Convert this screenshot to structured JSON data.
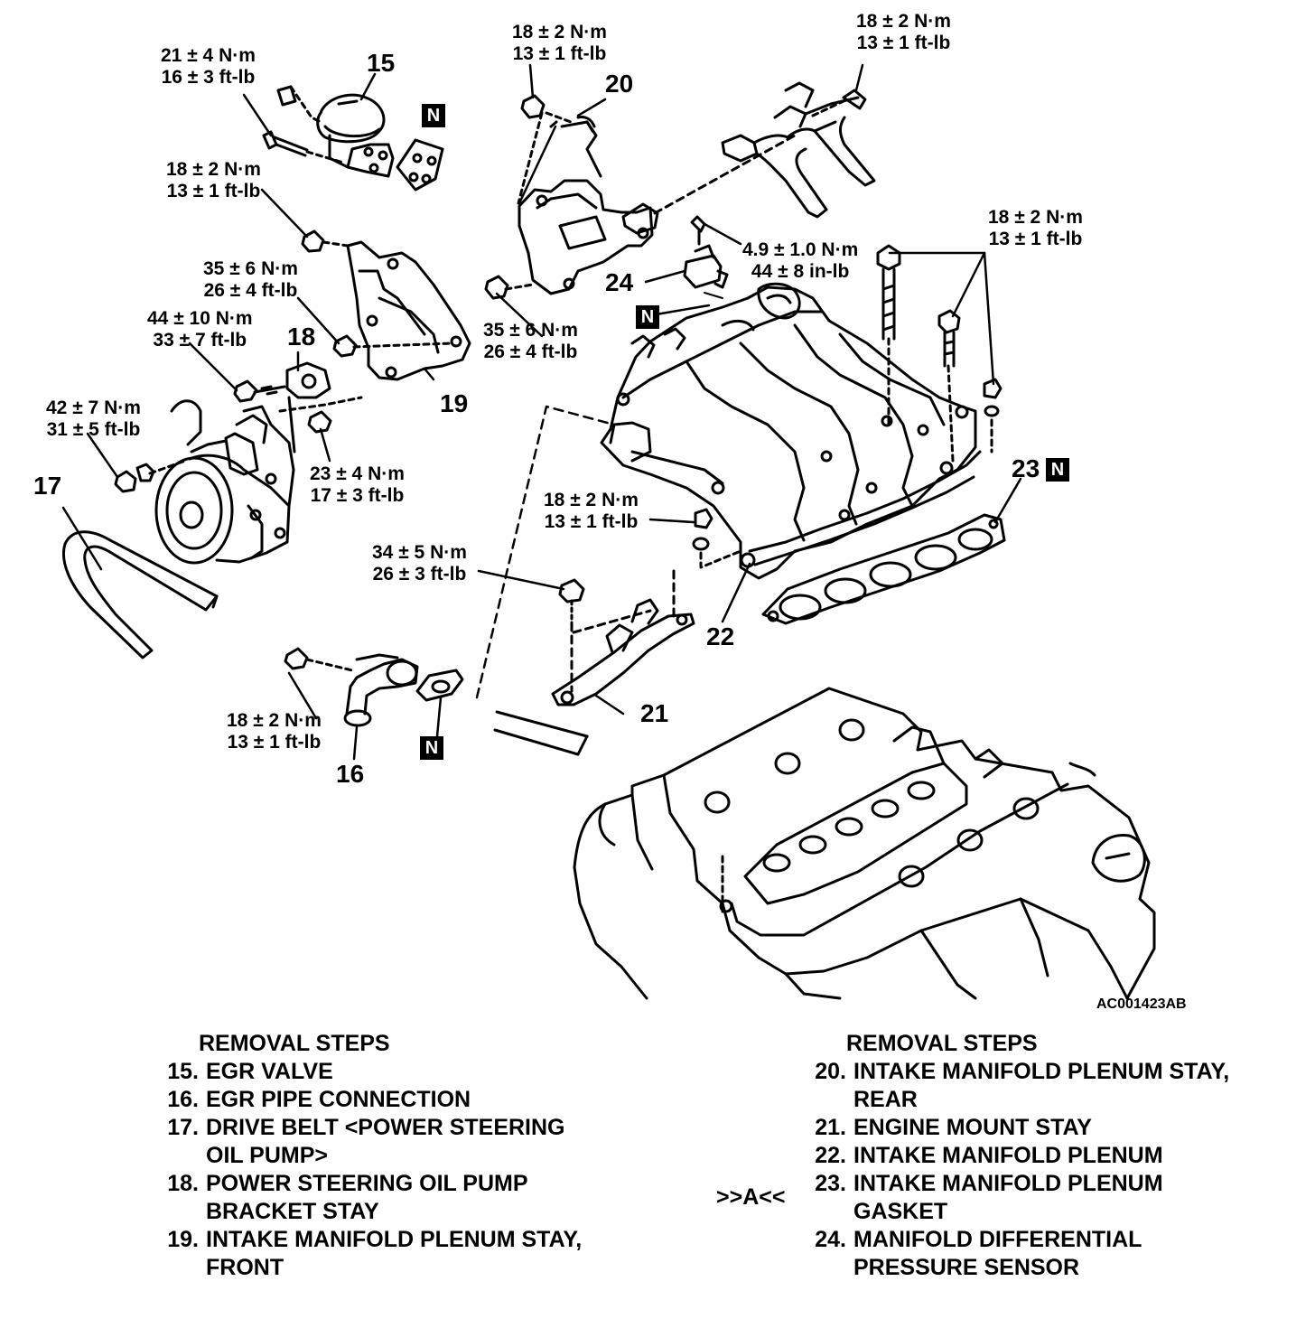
{
  "torque_labels": [
    {
      "id": "t15",
      "lines": [
        "21 ± 4 N·m",
        "16 ± 3 ft-lb"
      ]
    },
    {
      "id": "t20",
      "lines": [
        "18 ± 2 N·m",
        "13 ± 1 ft-lb"
      ]
    },
    {
      "id": "ttop",
      "lines": [
        "18 ± 2 N·m",
        "13 ± 1 ft-lb"
      ]
    },
    {
      "id": "tbracket",
      "lines": [
        "18 ± 2 N·m",
        "13 ± 1 ft-lb"
      ]
    },
    {
      "id": "t19",
      "lines": [
        "35 ± 6 N·m",
        "26 ± 4 ft-lb"
      ]
    },
    {
      "id": "t18",
      "lines": [
        "44 ± 10 N·m",
        "33 ± 7 ft-lb"
      ]
    },
    {
      "id": "tpump",
      "lines": [
        "42 ± 7 N·m",
        "31 ± 5 ft-lb"
      ]
    },
    {
      "id": "tpumpb",
      "lines": [
        "23 ± 4 N·m",
        "17 ± 3 ft-lb"
      ]
    },
    {
      "id": "t24",
      "lines": [
        "4.9 ± 1.0 N·m",
        "44 ± 8 in-lb"
      ]
    },
    {
      "id": "tstay",
      "lines": [
        "35 ± 6 N·m",
        "26 ± 4 ft-lb"
      ]
    },
    {
      "id": "tplenum",
      "lines": [
        "18 ± 2 N·m",
        "13 ± 1 ft-lb"
      ]
    },
    {
      "id": "tnut",
      "lines": [
        "18 ± 2 N·m",
        "13 ± 1 ft-lb"
      ]
    },
    {
      "id": "t21",
      "lines": [
        "34 ± 5 N·m",
        "26 ± 3 ft-lb"
      ]
    },
    {
      "id": "t16",
      "lines": [
        "18 ± 2 N·m",
        "13 ± 1 ft-lb"
      ]
    }
  ],
  "callouts": [
    "15",
    "16",
    "17",
    "18",
    "19",
    "20",
    "21",
    "22",
    "23",
    "24"
  ],
  "badge_letter": "N",
  "figure_code": "AC001423AB",
  "removal_steps": {
    "heading": "REMOVAL STEPS",
    "left": [
      {
        "num": "15.",
        "lines": [
          "EGR VALVE"
        ]
      },
      {
        "num": "16.",
        "lines": [
          "EGR PIPE CONNECTION"
        ]
      },
      {
        "num": "17.",
        "lines": [
          "DRIVE BELT <POWER STEERING",
          "OIL PUMP>"
        ]
      },
      {
        "num": "18.",
        "lines": [
          "POWER STEERING OIL PUMP",
          "BRACKET STAY"
        ]
      },
      {
        "num": "19.",
        "lines": [
          "INTAKE MANIFOLD PLENUM STAY,",
          "FRONT"
        ]
      }
    ],
    "right": [
      {
        "num": "20.",
        "lines": [
          "INTAKE MANIFOLD PLENUM STAY,",
          "REAR"
        ]
      },
      {
        "num": "21.",
        "lines": [
          "ENGINE MOUNT STAY"
        ]
      },
      {
        "num": "22.",
        "lines": [
          "INTAKE MANIFOLD PLENUM"
        ]
      },
      {
        "num": "23.",
        "lines": [
          "INTAKE MANIFOLD PLENUM",
          "GASKET"
        ]
      },
      {
        "num": "24.",
        "lines": [
          "MANIFOLD DIFFERENTIAL",
          "PRESSURE SENSOR"
        ]
      }
    ],
    "marker": ">>A<<"
  }
}
